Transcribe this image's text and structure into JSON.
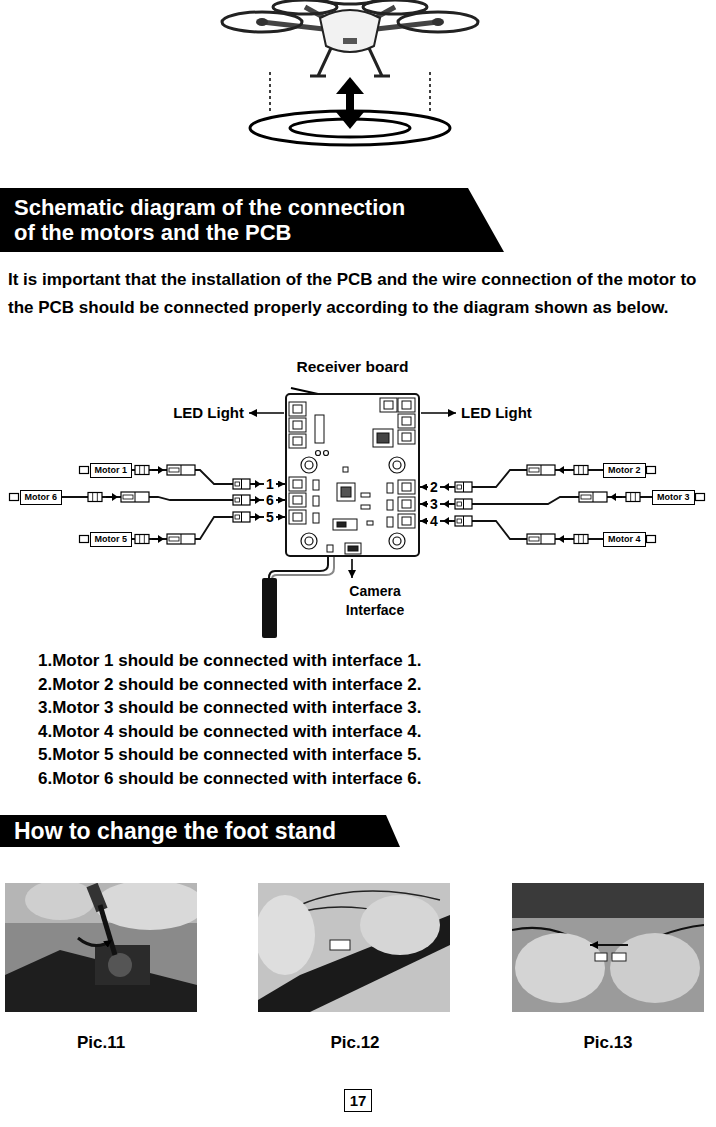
{
  "diagram": {
    "nodes": [
      {
        "text": [
          "Schematic diagram of the connection of the motors and the PCB"
        ]
      },
      {
        "text": [
          "Receiver board"
        ]
      },
      {
        "text": [
          "Motor 1"
        ]
      },
      {
        "text": [
          "Motor 2"
        ]
      },
      {
        "text": [
          "Motor 6"
        ]
      },
      {
        "text": [
          "Motor 3"
        ]
      },
      {
        "text": [
          "Motor 5"
        ]
      },
      {
        "text": [
          "Motor 4"
        ]
      },
      {
        "text": [
          "How to change the foot stand"
        ]
      },
      {
        "text": [
          "17"
        ]
      }
    ],
    "edges": [
      {
        "from": 2,
        "to": 1,
        "arrow": "to"
      },
      {
        "from": 3,
        "to": 1,
        "arrow": "to"
      },
      {
        "from": 5,
        "to": 1,
        "arrow": "to"
      },
      {
        "from": 7,
        "to": 1,
        "arrow": "to"
      },
      {
        "from": 6,
        "to": 1,
        "arrow": "to"
      },
      {
        "from": 4,
        "to": 1,
        "arrow": "to"
      }
    ],
    "labels": [
      "It is important that the installation of the PCB and the wire connection of the motor to the PCB should be connected properly according to the diagram shown as below.",
      "LED Light",
      "LED Light",
      "1",
      "2",
      "6",
      "3",
      "5",
      "4",
      "Camera Interface",
      "1.Motor 1 should be connected with interface 1.",
      "2.Motor 2 should be connected with interface 2.",
      "3.Motor 3 should be connected with interface 3.",
      "4.Motor 4 should be connected with interface 4.",
      "5.Motor 5 should be connected with interface 5.",
      "6.Motor 6 should be connected with interface 6.",
      "Pic.11",
      "Pic.12",
      "Pic.13"
    ]
  }
}
